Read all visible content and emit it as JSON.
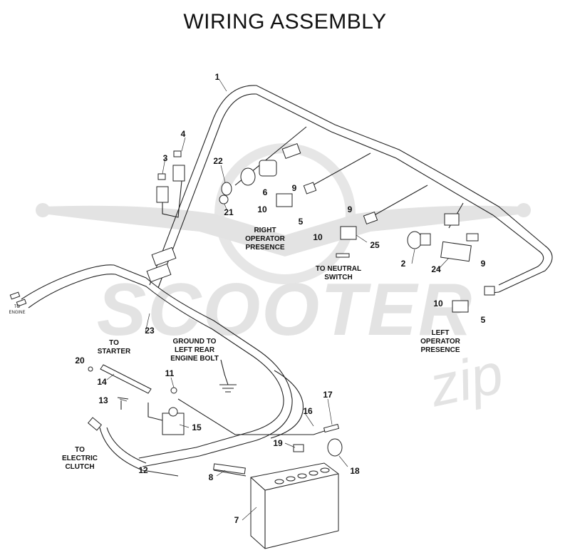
{
  "title": "WIRING ASSEMBLY",
  "watermark": {
    "brand": "SCOOTER",
    "script": "zip"
  },
  "part_callouts": [
    "1",
    "2",
    "3",
    "4",
    "5",
    "6",
    "7",
    "8",
    "9",
    "10",
    "11",
    "12",
    "13",
    "14",
    "15",
    "16",
    "17",
    "18",
    "19",
    "20",
    "21",
    "22",
    "23",
    "24",
    "25",
    "9",
    "10",
    "5",
    "9",
    "10"
  ],
  "labels": {
    "to_engine": "TO ENGINE",
    "to_starter": "TO STARTER",
    "ground": "GROUND TO LEFT REAR ENGINE BOLT",
    "right_operator": "RIGHT OPERATOR PRESENCE",
    "to_neutral": "TO NEUTRAL SWITCH",
    "left_operator": "LEFT OPERATOR PRESENCE",
    "to_clutch": "TO ELECTRIC CLUTCH"
  },
  "label_lines": {
    "to_engine": [
      "TO",
      "ENGINE"
    ],
    "to_starter": [
      "TO",
      "STARTER"
    ],
    "ground": [
      "GROUND TO",
      "LEFT REAR",
      "ENGINE BOLT"
    ],
    "right_operator": [
      "RIGHT",
      "OPERATOR",
      "PRESENCE"
    ],
    "to_neutral": [
      "TO NEUTRAL",
      "SWITCH"
    ],
    "left_operator": [
      "LEFT",
      "OPERATOR",
      "PRESENCE"
    ],
    "to_clutch": [
      "TO",
      "ELECTRIC",
      "CLUTCH"
    ]
  },
  "colors": {
    "line": "#222222",
    "watermark": "#e3e3e3",
    "background": "#ffffff"
  }
}
